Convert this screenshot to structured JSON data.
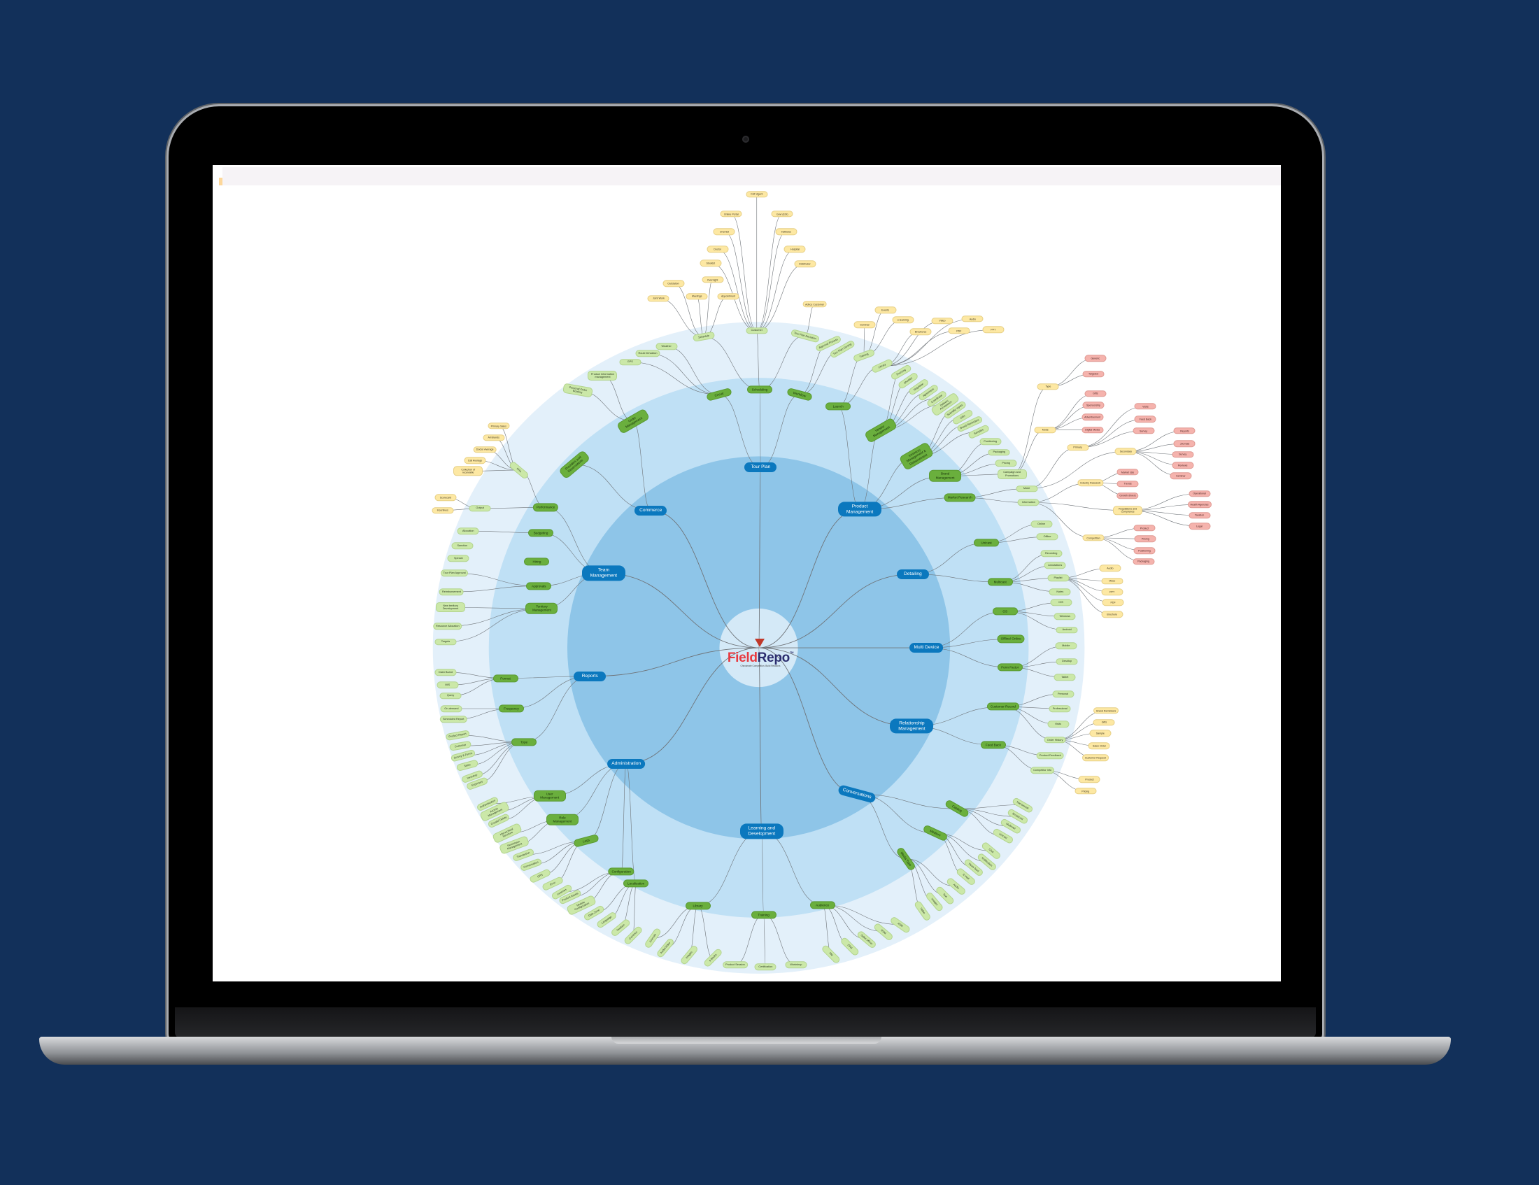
{
  "colors": {
    "background": "#12305a",
    "level0": "#0b78be",
    "level1": "#6aaf3d",
    "level2": "#cbe8a8",
    "level3": "#fde8a3",
    "level4": "#f5b3ad",
    "ring_outer": "#e3f0fa",
    "ring_mid": "#bfe0f5",
    "ring_inner": "#8ec5e8",
    "center": "#d4e9f7"
  },
  "mindmap": {
    "logo": {
      "part1": "Field",
      "part2": "Repo",
      "tm": "TM",
      "tagline": "Checkmate Competition. Build Relations",
      "icon": "bull-head-logo-icon"
    },
    "branches": [
      {
        "label": "Tour Plan",
        "children": [
          {
            "label": "Circuit",
            "children": [
              {
                "label": "Weather"
              },
              {
                "label": "Route Deviation"
              },
              {
                "label": "GPS"
              }
            ]
          },
          {
            "label": "Scheduling",
            "children": [
              {
                "label": "Schedule",
                "children": [
                  {
                    "label": "Outstation"
                  },
                  {
                    "label": "Overnight"
                  },
                  {
                    "label": "Joint Work"
                  },
                  {
                    "label": "Meetings"
                  },
                  {
                    "label": "Appointment"
                  }
                ]
              },
              {
                "label": "Customer",
                "children": [
                  {
                    "label": "C&F Agent"
                  },
                  {
                    "label": "Online Portal"
                  },
                  {
                    "label": "Govt (ESI)"
                  },
                  {
                    "label": "Chemist"
                  },
                  {
                    "label": "Institutes"
                  },
                  {
                    "label": "Doctor"
                  },
                  {
                    "label": "Hospital"
                  },
                  {
                    "label": "Stockist"
                  },
                  {
                    "label": "Distributor"
                  }
                ]
              },
              {
                "label": "Tour Plan Deviation",
                "children": [
                  {
                    "label": "Adhoc Customer"
                  }
                ]
              }
            ]
          },
          {
            "label": "Workflow",
            "children": [
              {
                "label": "Approval Process"
              },
              {
                "label": "Tour Plan Closing"
              }
            ]
          }
        ]
      },
      {
        "label": "Product Management",
        "children": [
          {
            "label": "Launch",
            "children": [
              {
                "label": "Training",
                "children": [
                  {
                    "label": "Seminar"
                  },
                  {
                    "label": "Events"
                  },
                  {
                    "label": "e-learning"
                  }
                ]
              },
              {
                "label": "Library",
                "children": [
                  {
                    "label": "Brochures"
                  },
                  {
                    "label": "Video"
                  },
                  {
                    "label": "PDF"
                  },
                  {
                    "label": "Audio"
                  },
                  {
                    "label": "PPT"
                  }
                ]
              }
            ]
          },
          {
            "label": "Vendor Management",
            "children": [
              {
                "label": "Sourcing"
              },
              {
                "label": "Shortlist"
              },
              {
                "label": "Negotiate"
              },
              {
                "label": "Agreement"
              },
              {
                "label": "Coordinate"
              },
              {
                "label": "Delivery Acceptance"
              }
            ]
          },
          {
            "label": "Inventory Management & Disbursement",
            "children": [
              {
                "label": "Scientific Inputs"
              },
              {
                "label": "Gifts"
              },
              {
                "label": "Brand Reminders"
              },
              {
                "label": "Samples"
              }
            ]
          },
          {
            "label": "Brand Management",
            "children": [
              {
                "label": "Positioning"
              },
              {
                "label": "Packaging"
              },
              {
                "label": "Pricing"
              },
              {
                "label": "Campaign and Promotions",
                "children": [
                  {
                    "label": "Type",
                    "children": [
                      {
                        "label": "Generic"
                      },
                      {
                        "label": "Targeted"
                      }
                    ]
                  },
                  {
                    "label": "Mode",
                    "children": [
                      {
                        "label": "Gifts"
                      },
                      {
                        "label": "Sponsorship"
                      },
                      {
                        "label": "Advertisement"
                      },
                      {
                        "label": "Digital Media"
                      }
                    ]
                  }
                ]
              }
            ]
          },
          {
            "label": "Market Research",
            "children": [
              {
                "label": "Mode",
                "children": [
                  {
                    "label": "Primary",
                    "children": [
                      {
                        "label": "Visits"
                      },
                      {
                        "label": "Feed Back"
                      },
                      {
                        "label": "Survey"
                      }
                    ]
                  },
                  {
                    "label": "Secondary",
                    "children": [
                      {
                        "label": "Reports"
                      },
                      {
                        "label": "Journals"
                      },
                      {
                        "label": "Survey"
                      },
                      {
                        "label": "Reviews"
                      },
                      {
                        "label": "Seminar"
                      }
                    ]
                  }
                ]
              },
              {
                "label": "Information",
                "children": [
                  {
                    "label": "Industry Research",
                    "children": [
                      {
                        "label": "Market size"
                      },
                      {
                        "label": "Trends"
                      },
                      {
                        "label": "Growth drivers"
                      }
                    ]
                  },
                  {
                    "label": "Regulations and Compliance",
                    "children": [
                      {
                        "label": "Operational"
                      },
                      {
                        "label": "Health Agencies"
                      },
                      {
                        "label": "Taxation"
                      },
                      {
                        "label": "Legal"
                      }
                    ]
                  },
                  {
                    "label": "Competition",
                    "children": [
                      {
                        "label": "Product"
                      },
                      {
                        "label": "Pricing"
                      },
                      {
                        "label": "Positioning"
                      },
                      {
                        "label": "Packaging"
                      }
                    ]
                  }
                ]
              }
            ]
          }
        ]
      },
      {
        "label": "Detailing",
        "children": [
          {
            "label": "Unicast",
            "children": [
              {
                "label": "Online"
              },
              {
                "label": "Offline"
              }
            ]
          },
          {
            "label": "Multicast",
            "children": [
              {
                "label": "Recording"
              },
              {
                "label": "Annotations"
              },
              {
                "label": "Playlist",
                "children": [
                  {
                    "label": "Audio"
                  },
                  {
                    "label": "Video"
                  },
                  {
                    "label": "PPT"
                  },
                  {
                    "label": "PDF"
                  },
                  {
                    "label": "Brochure"
                  }
                ]
              },
              {
                "label": "Notes"
              }
            ]
          }
        ]
      },
      {
        "label": "Multi Device",
        "children": [
          {
            "label": "OS",
            "children": [
              {
                "label": "IOS"
              },
              {
                "label": "Windows"
              },
              {
                "label": "Android"
              }
            ]
          },
          {
            "label": "Offline/ Online"
          },
          {
            "label": "Form Factor",
            "children": [
              {
                "label": "Mobile"
              },
              {
                "label": "Desktop"
              },
              {
                "label": "Tablet"
              }
            ]
          }
        ]
      },
      {
        "label": "Relationship Management",
        "children": [
          {
            "label": "Customer Record",
            "children": [
              {
                "label": "Personal"
              },
              {
                "label": "Professional"
              },
              {
                "label": "Visits"
              },
              {
                "label": "Order History",
                "children": [
                  {
                    "label": "Brand Reminders"
                  },
                  {
                    "label": "Gifts"
                  },
                  {
                    "label": "Sample"
                  },
                  {
                    "label": "Sales Order"
                  },
                  {
                    "label": "Customer Request"
                  }
                ]
              }
            ]
          },
          {
            "label": "Feed Back",
            "children": [
              {
                "label": "Product Feedback"
              },
              {
                "label": "Competitor Info",
                "children": [
                  {
                    "label": "Product"
                  },
                  {
                    "label": "Pricing"
                  }
                ]
              }
            ]
          }
        ]
      },
      {
        "label": "Conversations",
        "children": [
          {
            "label": "Casting",
            "children": [
              {
                "label": "Narrowcast"
              },
              {
                "label": "Broadcast"
              },
              {
                "label": "Multicast"
              },
              {
                "label": "Unicast"
              }
            ]
          },
          {
            "label": "Medium",
            "children": [
              {
                "label": "Chat"
              },
              {
                "label": "Notification"
              },
              {
                "label": "News feed"
              },
              {
                "label": "E-mail"
              }
            ]
          },
          {
            "label": "Media Type",
            "children": [
              {
                "label": "Audio"
              },
              {
                "label": "Text"
              },
              {
                "label": "Images"
              },
              {
                "label": "Video"
              }
            ]
          }
        ]
      },
      {
        "label": "Learning and Development",
        "children": [
          {
            "label": "Library",
            "children": [
              {
                "label": "Journals"
              },
              {
                "label": "Audio/Video"
              },
              {
                "label": "Images"
              },
              {
                "label": "e-Books"
              }
            ]
          },
          {
            "label": "Training",
            "children": [
              {
                "label": "Product Session"
              },
              {
                "label": "Certification"
              },
              {
                "label": "Workshop"
              }
            ]
          },
          {
            "label": "Audience",
            "children": [
              {
                "label": "ASM"
              },
              {
                "label": "RSM"
              },
              {
                "label": "Sales officer"
              },
              {
                "label": "ZSM"
              },
              {
                "label": "PM"
              }
            ]
          }
        ]
      },
      {
        "label": "Administration",
        "children": [
          {
            "label": "User Management",
            "children": [
              {
                "label": "Authentication"
              },
              {
                "label": "Access Management"
              },
              {
                "label": "Create/ Delete"
              }
            ]
          },
          {
            "label": "Role Management",
            "children": [
              {
                "label": "Hierarchical Structure"
              },
              {
                "label": "Permission Management"
              }
            ]
          },
          {
            "label": "Logs",
            "children": [
              {
                "label": "Transaction"
              },
              {
                "label": "Conversation"
              },
              {
                "label": "GPS"
              },
              {
                "label": "Error"
              }
            ]
          },
          {
            "label": "Configuration",
            "children": [
              {
                "label": "Licenses"
              },
              {
                "label": "Product Assets"
              },
              {
                "label": "Module Configuration"
              }
            ]
          },
          {
            "label": "Localization",
            "children": [
              {
                "label": "Date Zone"
              },
              {
                "label": "Language"
              },
              {
                "label": "Taxation"
              },
              {
                "label": "Currency"
              }
            ]
          }
        ]
      },
      {
        "label": "Reports",
        "children": [
          {
            "label": "Format",
            "children": [
              {
                "label": "Dash Board"
              },
              {
                "label": "MIS"
              },
              {
                "label": "Query"
              }
            ]
          },
          {
            "label": "Frequency",
            "children": [
              {
                "label": "On-demand"
              },
              {
                "label": "Scheduled Report"
              }
            ]
          },
          {
            "label": "Type",
            "children": [
              {
                "label": "Product Report"
              },
              {
                "label": "Customer"
              },
              {
                "label": "Survey & Forms"
              },
              {
                "label": "Sales"
              },
              {
                "label": "Inventory"
              },
              {
                "label": "Expenses"
              }
            ]
          }
        ]
      },
      {
        "label": "Team Management",
        "children": [
          {
            "label": "Performance",
            "children": [
              {
                "label": "KRA",
                "children": [
                  {
                    "label": "Primary Sales"
                  },
                  {
                    "label": "All Brands"
                  },
                  {
                    "label": "Doctor Average"
                  },
                  {
                    "label": "Call Average"
                  },
                  {
                    "label": "Collection of receivable"
                  }
                ]
              },
              {
                "label": "Output",
                "children": [
                  {
                    "label": "Scorecard"
                  },
                  {
                    "label": "Incentives"
                  }
                ]
              }
            ]
          },
          {
            "label": "Budgeting",
            "children": [
              {
                "label": "Allocation"
              },
              {
                "label": "Sanction"
              },
              {
                "label": "Special"
              }
            ]
          },
          {
            "label": "Hiring"
          },
          {
            "label": "Approvals",
            "children": [
              {
                "label": "Tour Plan Approval"
              },
              {
                "label": "Reimbursement"
              }
            ]
          },
          {
            "label": "Territory Management",
            "children": [
              {
                "label": "New territory Development"
              },
              {
                "label": "Resource Allocation"
              },
              {
                "label": "Targets"
              }
            ]
          }
        ]
      },
      {
        "label": "Commerce",
        "children": [
          {
            "label": "Providers and Reservations"
          },
          {
            "label": "Order Management",
            "children": [
              {
                "label": "Product Information management"
              },
              {
                "label": "Personal Order Booking"
              }
            ]
          }
        ]
      }
    ]
  }
}
